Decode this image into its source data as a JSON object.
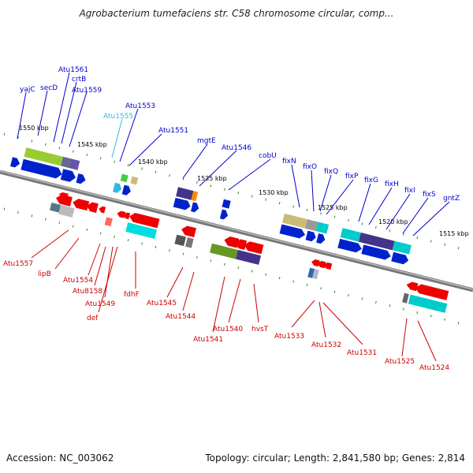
{
  "title": "Agrobacterium tumefaciens str. C58 chromosome circular, comp...",
  "footer": {
    "accession": "Accession: NC_003062",
    "summary": "Topology: circular; Length: 2,841,580 bp; Genes: 2,814"
  },
  "colors": {
    "forward_label": "#0000cc",
    "reverse_label": "#cc0000",
    "highlight_label": "#33bbdd",
    "backbone": "#888888"
  },
  "scale_labels": [
    "1550 kbp",
    "1545 kbp",
    "1540 kbp",
    "1535 kbp",
    "1530 kbp",
    "1525 kbp",
    "1520 kbp",
    "1515 kbp"
  ],
  "forward_genes": [
    "yajC",
    "secD",
    "Atu1561",
    "crtB",
    "Atu1559",
    "Atu1555",
    "Atu1553",
    "Atu1551",
    "mgtE",
    "Atu1546",
    "cobU",
    "fixN",
    "fixO",
    "fixQ",
    "fixP",
    "fixG",
    "fixH",
    "fixI",
    "fixS",
    "gntZ"
  ],
  "reverse_genes": [
    "Atu1557",
    "lipB",
    "Atu1554",
    "Atu8158",
    "Atu1549",
    "def",
    "fdhF",
    "Atu1545",
    "Atu1544",
    "Atu1541",
    "Atu1540",
    "hvsT",
    "Atu1533",
    "Atu1532",
    "Atu1531",
    "Atu1525",
    "Atu1524"
  ]
}
